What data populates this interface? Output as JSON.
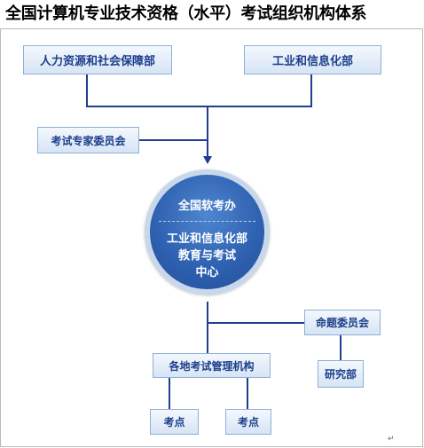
{
  "title": "全国计算机专业技术资格（水平）考试组织机构体系",
  "nodes": {
    "mohrss": "人力资源和社会保障部",
    "miit": "工业和信息化部",
    "expert_committee": "考试专家委员会",
    "center_line1": "全国软考办",
    "center_line2": "工业和信息化部",
    "center_line3": "教育与考试",
    "center_line4": "中心",
    "proposition_committee": "命题委员会",
    "local_admin": "各地考试管理机构",
    "research_dept": "研究部",
    "exam_site_1": "考点",
    "exam_site_2": "考点"
  },
  "colors": {
    "connector": "#1f3e8f",
    "box_text": "#1c3f8c",
    "circle": "#2f62b2"
  },
  "paragraph_mark": "↵"
}
